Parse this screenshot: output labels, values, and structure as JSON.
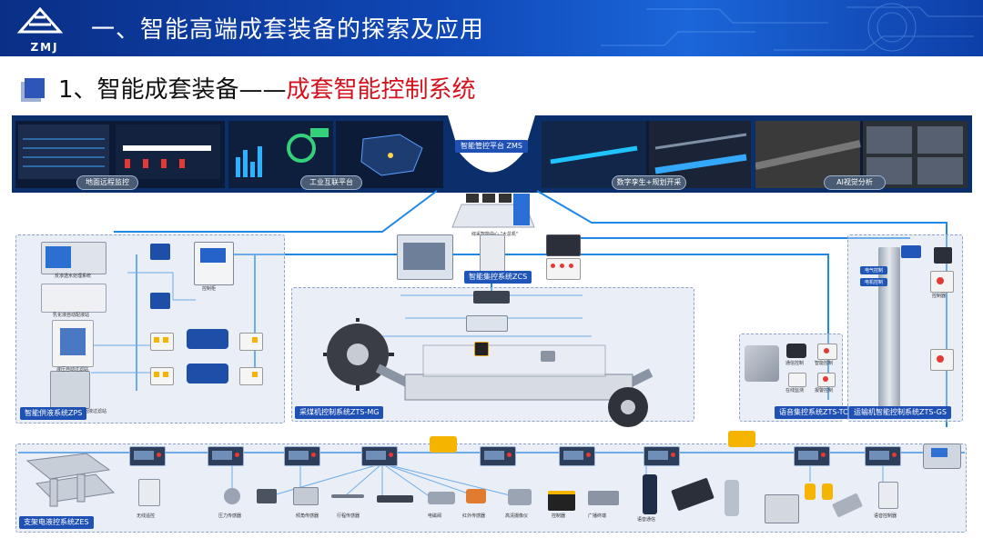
{
  "header": {
    "logo_text": "ZMJ",
    "title": "一、智能高端成套装备的探索及应用"
  },
  "subtitle": {
    "prefix": "1、智能成套装备——",
    "highlight": "成套智能控制系统"
  },
  "top_band": {
    "captions": [
      "地面远程监控",
      "工业互联平台",
      "数字孪生+规划开采",
      "AI视觉分析"
    ],
    "center_label": "智能管控平台 ZMS",
    "center_sub": "综采智能中心 \"大总机\""
  },
  "zones": {
    "zps_label": "智能供液系统ZPS",
    "zps_sub": "智能供液系统",
    "mg_label": "采煤机控制系统ZTS-MG",
    "tc_label": "语音集控系统ZTS-TC",
    "gs_label": "运输机智能控制系统ZTS-GS",
    "zes_label": "支架电液控系统ZES",
    "zcs_label": "智能集控系统ZCS"
  },
  "zps": {
    "units": [
      "反渗透水处理系统",
      "乳化液自动配液站",
      "液压自动过滤站",
      "回液过滤站",
      "控制柜"
    ]
  },
  "tc": {
    "items": [
      "通信控制",
      "智能控制",
      "在线监测",
      "报警控制"
    ]
  },
  "gs": {
    "items": [
      "电气控制",
      "电机控制",
      "控制器"
    ]
  },
  "bottom": {
    "items": [
      "无线遥控",
      "压力传感器",
      "倾角传感器",
      "行程传感器",
      "电磁阀",
      "红外传感器",
      "高清摄像仪",
      "控制器",
      "语音通信",
      "广播终端",
      "语音控制器"
    ]
  },
  "colors": {
    "header_blue": "#0f47b6",
    "accent_red": "#d3121d",
    "zone_label_blue": "#1f50b4",
    "band_navy": "#0b2f6a"
  }
}
